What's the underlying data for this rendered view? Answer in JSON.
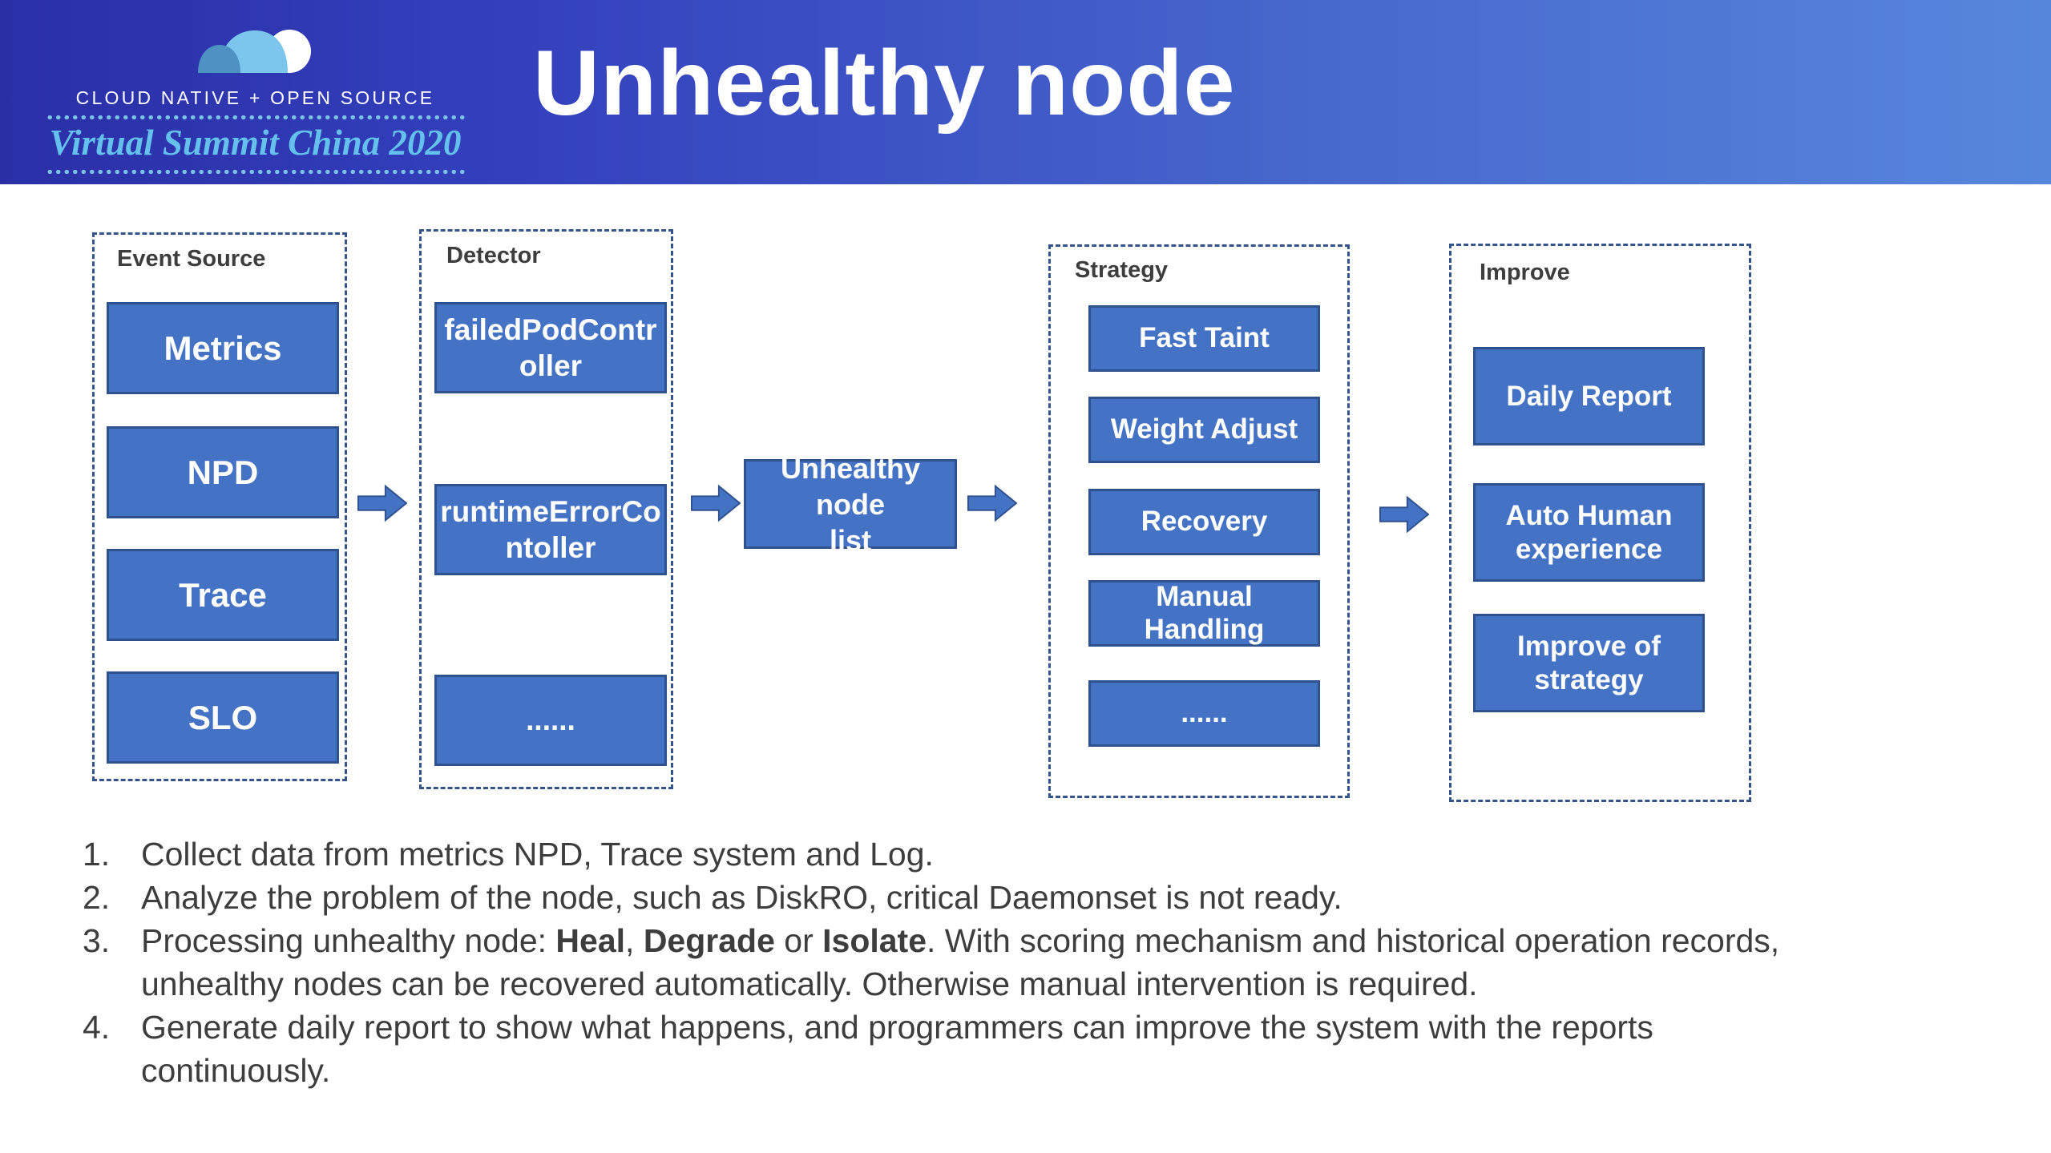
{
  "slide": {
    "brand": {
      "line1": "CLOUD NATIVE + OPEN SOURCE",
      "script": "Virtual Summit China 2020"
    },
    "title": "Unhealthy node"
  },
  "colors": {
    "header_gradient_left": "#2a2fa6",
    "header_gradient_right": "#5787dc",
    "node_fill": "#4472c4",
    "node_border": "#2f528f",
    "panel_dash_border": "#34558b",
    "panel_label_text": "#3d3d3d",
    "body_text": "#3d3d3d",
    "logo_script_blue": "#64c0ec",
    "logo_dots_blue": "#7ac0e8",
    "cloud_light_blue": "#7cc5ec",
    "cloud_dark_blue": "#4e91c3"
  },
  "diagram": {
    "panels": [
      {
        "label": "Event Source",
        "nodes": [
          {
            "lines": [
              "Metrics"
            ]
          },
          {
            "lines": [
              "NPD"
            ]
          },
          {
            "lines": [
              "Trace"
            ]
          },
          {
            "lines": [
              "SLO"
            ]
          }
        ]
      },
      {
        "label": "Detector",
        "nodes": [
          {
            "lines": [
              "failedPodContr",
              "oller"
            ]
          },
          {
            "lines": [
              "runtimeErrorCo",
              "ntoller"
            ]
          },
          {
            "lines": [
              "......"
            ]
          }
        ]
      },
      {
        "label": "Strategy",
        "nodes": [
          {
            "lines": [
              "Fast Taint"
            ]
          },
          {
            "lines": [
              "Weight Adjust"
            ]
          },
          {
            "lines": [
              "Recovery"
            ]
          },
          {
            "lines": [
              "Manual",
              "Handling"
            ]
          },
          {
            "lines": [
              "......"
            ]
          }
        ]
      },
      {
        "label": "Improve",
        "nodes": [
          {
            "lines": [
              "Daily Report"
            ]
          },
          {
            "lines": [
              "Auto Human",
              "experience"
            ]
          },
          {
            "lines": [
              "Improve of",
              "strategy"
            ]
          }
        ]
      }
    ],
    "center_node": {
      "lines": [
        "Unhealthy node",
        "list"
      ]
    }
  },
  "notes": {
    "items": [
      {
        "number": "1.",
        "lines": [
          [
            {
              "t": "Collect data from metrics NPD, Trace system and Log."
            }
          ]
        ]
      },
      {
        "number": "2.",
        "lines": [
          [
            {
              "t": "Analyze the problem of the node, such as DiskRO, critical Daemonset is not ready."
            }
          ]
        ]
      },
      {
        "number": "3.",
        "lines": [
          [
            {
              "t": "Processing unhealthy node: "
            },
            {
              "t": "Heal",
              "b": true
            },
            {
              "t": ", "
            },
            {
              "t": "Degrade",
              "b": true
            },
            {
              "t": " or "
            },
            {
              "t": "Isolate",
              "b": true
            },
            {
              "t": ". With scoring mechanism and historical operation records,"
            }
          ],
          [
            {
              "t": "unhealthy nodes can be recovered automatically. Otherwise manual intervention is required."
            }
          ]
        ]
      },
      {
        "number": "4.",
        "lines": [
          [
            {
              "t": "Generate daily report to show what happens, and programmers can improve the system with the reports"
            }
          ],
          [
            {
              "t": "continuously."
            }
          ]
        ]
      }
    ]
  }
}
